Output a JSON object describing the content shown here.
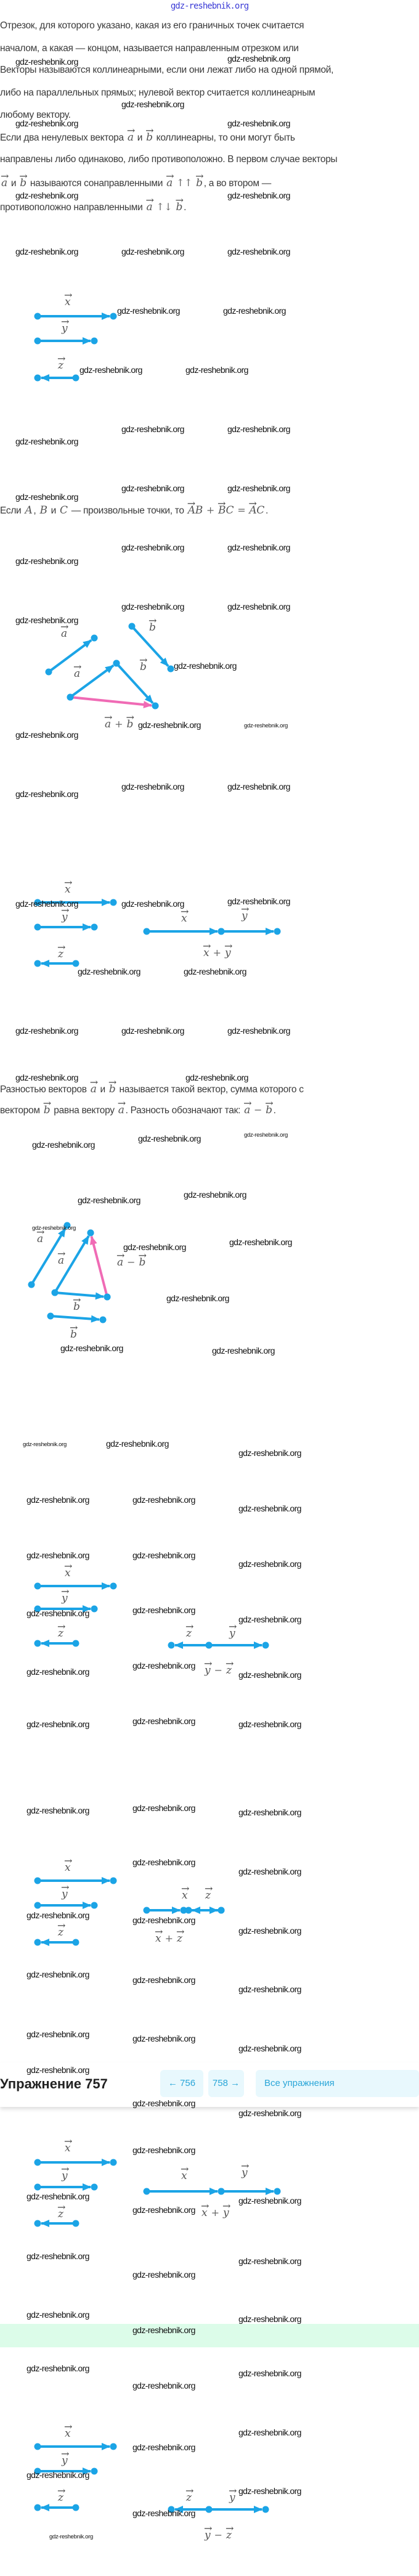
{
  "site_logo": "gdz-reshebnik.org",
  "watermark": "gdz-reshebnik.org",
  "colors": {
    "vector": "#1ba4e6",
    "result_vector": "#f06bb5",
    "nav_button_bg": "#e8f8fd",
    "nav_button_text": "#2aa6d8",
    "highlight_band": "#dcfce9"
  },
  "text_blocks": [
    [
      {
        "t": "Отрезок, для которого указано, какая из его граничных точек считается"
      }
    ],
    [
      {
        "t": "началом, а какая — концом, называется направленным отрезком или"
      }
    ],
    [
      {
        "t": "Векторы называются коллинеарными, если они лежат либо на одной прямой,"
      }
    ],
    [
      {
        "t": "либо на параллельных прямых; нулевой вектор считается коллинеарным"
      }
    ],
    [
      {
        "t": "любому вектору."
      }
    ],
    [
      {
        "t": "Если два ненулевых вектора "
      },
      {
        "v": "a"
      },
      {
        "t": " и "
      },
      {
        "v": "b"
      },
      {
        "t": " коллинеарны, то они могут быть"
      }
    ],
    [
      {
        "t": "направлены либо одинаково, либо противоположно. В первом случае векторы"
      }
    ],
    [
      {
        "v": "a"
      },
      {
        "t": " и "
      },
      {
        "v": "b"
      },
      {
        "t": " называются сонаправленными "
      },
      {
        "v": "a"
      },
      {
        "o": "↑↑"
      },
      {
        "v": "b"
      },
      {
        "t": ", а во втором —"
      }
    ],
    [
      {
        "t": "противоположно направленными "
      },
      {
        "v": "a"
      },
      {
        "o": "↑↓"
      },
      {
        "v": "b"
      },
      {
        "t": "."
      }
    ],
    [
      {
        "t": "Если "
      },
      {
        "m": "A"
      },
      {
        "t": ", "
      },
      {
        "m": "B"
      },
      {
        "t": " и "
      },
      {
        "m": "C"
      },
      {
        "t": " — произвольные точки, то "
      },
      {
        "v": "AB"
      },
      {
        "o": "+"
      },
      {
        "v": "BC"
      },
      {
        "o": "="
      },
      {
        "v": "AC"
      },
      {
        "t": "."
      }
    ],
    [
      {
        "t": "Разностью векторов "
      },
      {
        "v": "a"
      },
      {
        "t": " и "
      },
      {
        "v": "b"
      },
      {
        "t": " называется такой вектор, сумма которого с"
      }
    ],
    [
      {
        "t": "вектором "
      },
      {
        "v": "b"
      },
      {
        "t": " равна вектору "
      },
      {
        "v": "a"
      },
      {
        "t": ". Разность обозначают так: "
      },
      {
        "v": "a"
      },
      {
        "o": "−"
      },
      {
        "v": "b"
      },
      {
        "t": "."
      }
    ]
  ],
  "figure_labels": [
    [
      {
        "v": "x"
      }
    ],
    [
      {
        "v": "y"
      }
    ],
    [
      {
        "v": "z"
      }
    ],
    [
      {
        "v": "a"
      }
    ],
    [
      {
        "v": "b"
      }
    ],
    [
      {
        "v": "a"
      }
    ],
    [
      {
        "v": "b"
      }
    ],
    [
      {
        "v": "a"
      },
      {
        "o": "+"
      },
      {
        "v": "b"
      }
    ],
    [
      {
        "v": "x"
      }
    ],
    [
      {
        "v": "y"
      }
    ],
    [
      {
        "v": "z"
      }
    ],
    [
      {
        "v": "x"
      }
    ],
    [
      {
        "v": "y"
      }
    ],
    [
      {
        "v": "x"
      },
      {
        "o": "+"
      },
      {
        "v": "y"
      }
    ],
    [
      {
        "v": "a"
      }
    ],
    [
      {
        "v": "a"
      }
    ],
    [
      {
        "v": "b"
      }
    ],
    [
      {
        "v": "b"
      }
    ],
    [
      {
        "v": "a"
      },
      {
        "o": "−"
      },
      {
        "v": "b"
      }
    ],
    [
      {
        "v": "x"
      }
    ],
    [
      {
        "v": "y"
      }
    ],
    [
      {
        "v": "z"
      }
    ],
    [
      {
        "v": "z"
      }
    ],
    [
      {
        "v": "y"
      }
    ],
    [
      {
        "v": "y"
      },
      {
        "o": "−"
      },
      {
        "v": "z"
      }
    ],
    [
      {
        "v": "x"
      }
    ],
    [
      {
        "v": "y"
      }
    ],
    [
      {
        "v": "z"
      }
    ],
    [
      {
        "v": "x"
      }
    ],
    [
      {
        "v": "z"
      }
    ],
    [
      {
        "v": "x"
      },
      {
        "o": "+"
      },
      {
        "v": "z"
      }
    ],
    [
      {
        "v": "x"
      }
    ],
    [
      {
        "v": "y"
      }
    ],
    [
      {
        "v": "z"
      }
    ],
    [
      {
        "v": "x"
      }
    ],
    [
      {
        "v": "y"
      }
    ],
    [
      {
        "v": "x"
      },
      {
        "o": "+"
      },
      {
        "v": "y"
      }
    ],
    [
      {
        "v": "x"
      }
    ],
    [
      {
        "v": "y"
      }
    ],
    [
      {
        "v": "z"
      }
    ],
    [
      {
        "v": "z"
      }
    ],
    [
      {
        "v": "y"
      }
    ],
    [
      {
        "v": "y"
      },
      {
        "o": "−"
      },
      {
        "v": "z"
      }
    ]
  ],
  "nav": {
    "title": "Упражнение 757",
    "prev_label": "← 756",
    "next_label": "758 →",
    "all_label": "Все упражнения"
  }
}
